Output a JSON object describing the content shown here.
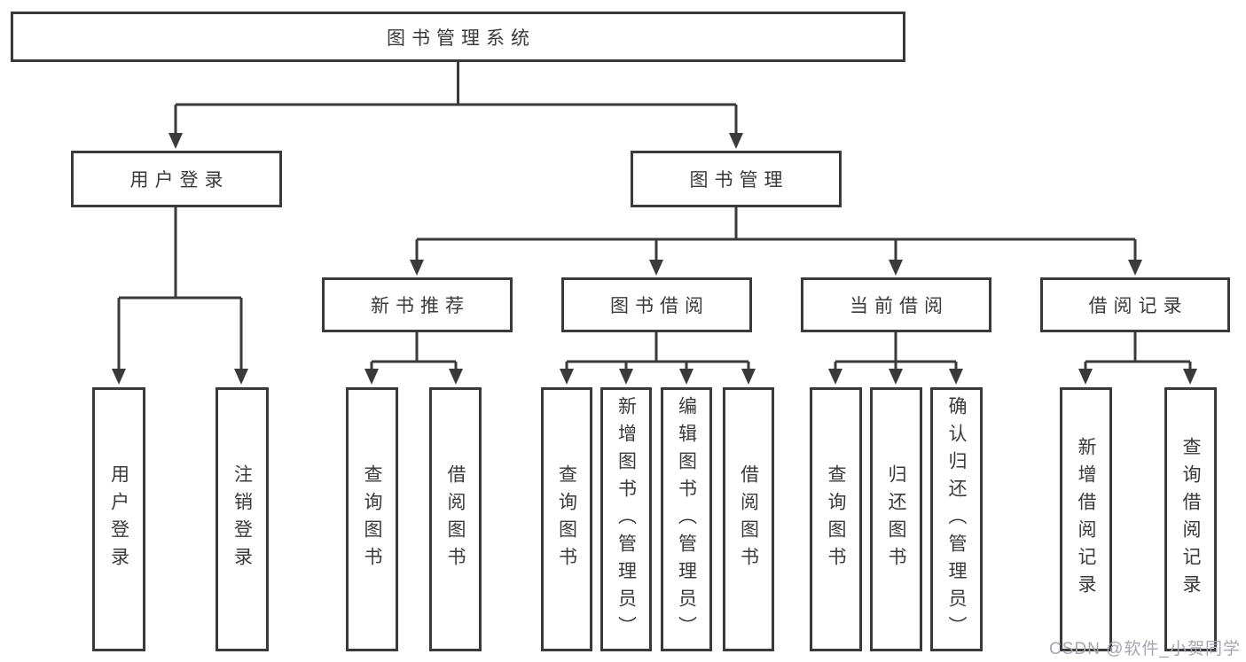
{
  "diagram_type": "hierarchy-tree",
  "tree": {
    "label": "图书管理系统",
    "children": [
      {
        "label": "用户登录",
        "children": [
          {
            "label": "用户登录"
          },
          {
            "label": "注销登录"
          }
        ]
      },
      {
        "label": "图书管理",
        "children": [
          {
            "label": "新书推荐",
            "children": [
              {
                "label": "查询图书"
              },
              {
                "label": "借阅图书"
              }
            ]
          },
          {
            "label": "图书借阅",
            "children": [
              {
                "label": "查询图书"
              },
              {
                "label": "新增图书（管理员）"
              },
              {
                "label": "编辑图书（管理员）"
              },
              {
                "label": "借阅图书"
              }
            ]
          },
          {
            "label": "当前借阅",
            "children": [
              {
                "label": "查询图书"
              },
              {
                "label": "归还图书"
              },
              {
                "label": "确认归还（管理员）"
              }
            ]
          },
          {
            "label": "借阅记录",
            "children": [
              {
                "label": "新增借阅记录"
              },
              {
                "label": "查询借阅记录"
              }
            ]
          }
        ]
      }
    ]
  },
  "watermark": {
    "text": "CSDN @软件_小贺同学",
    "color": "#a6a6b0"
  },
  "colors": {
    "line": "#3a3a3a",
    "box_border": "#3a3a3a",
    "box_background": "#ffffff",
    "page_background": "#ffffff"
  }
}
